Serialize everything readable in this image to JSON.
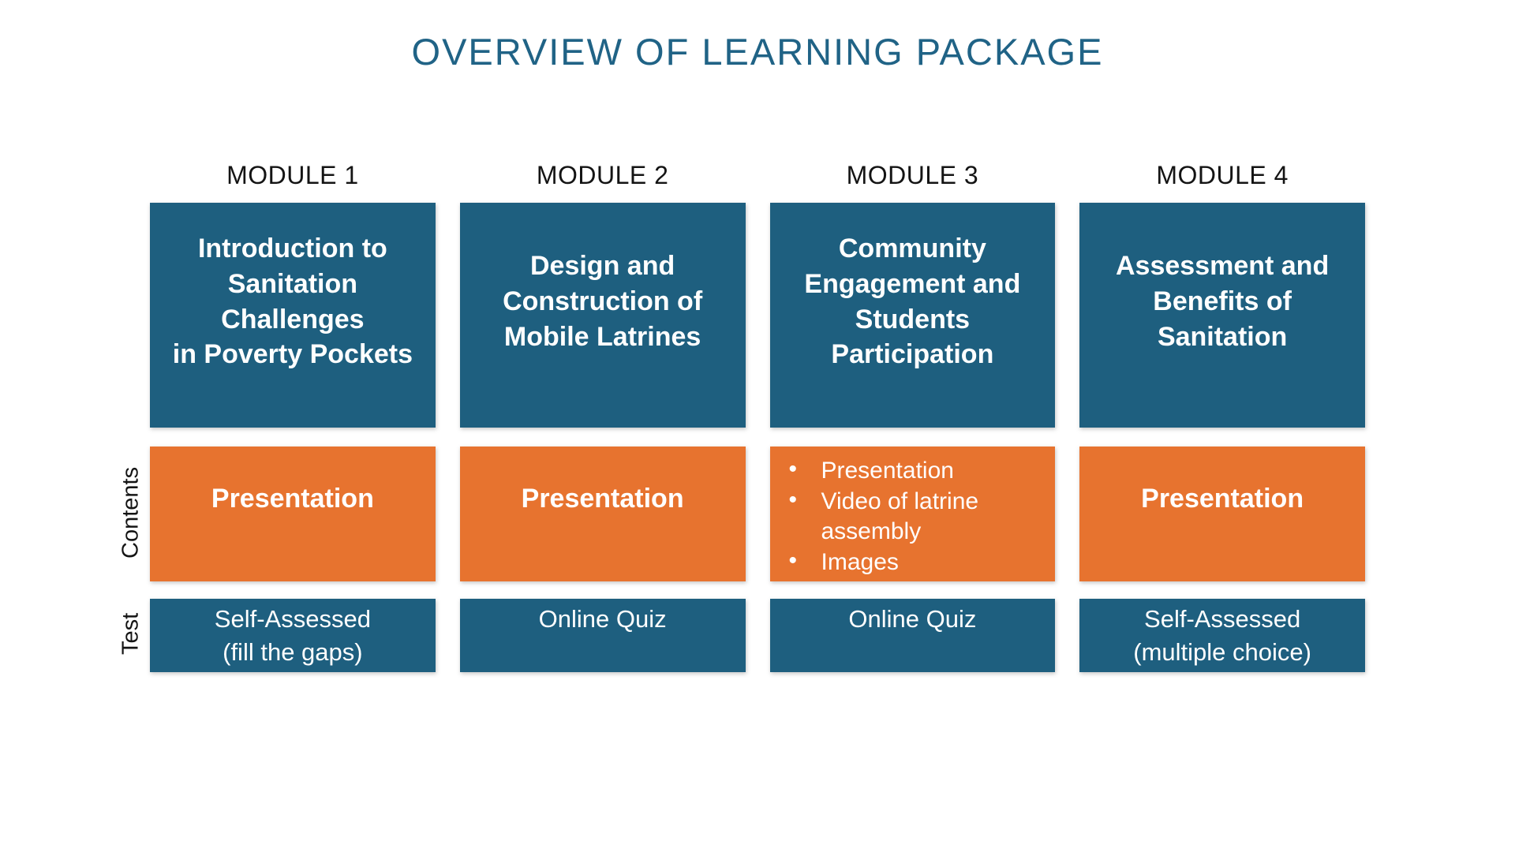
{
  "title": "OVERVIEW OF LEARNING PACKAGE",
  "row_labels": {
    "contents": "Contents",
    "test": "Test"
  },
  "colors": {
    "teal": "#1E5F7F",
    "orange": "#E7732F",
    "title_blue": "#206386",
    "header_text": "#141414",
    "box_text": "#FFFFFF",
    "background": "#FFFFFF"
  },
  "bullet_glyph": "•",
  "modules": [
    {
      "header": "MODULE 1",
      "title": "Introduction to\nSanitation\nChallenges\nin Poverty Pockets",
      "contents_label": "Presentation",
      "test": "Self-Assessed\n(fill the gaps)"
    },
    {
      "header": "MODULE 2",
      "title": "Design and\nConstruction of\nMobile Latrines",
      "contents_label": "Presentation",
      "test": "Online Quiz"
    },
    {
      "header": "MODULE 3",
      "title": "Community\nEngagement and\nStudents\nParticipation",
      "contents_items": [
        "Presentation",
        "Video of latrine\nassembly",
        "Images"
      ],
      "test": "Online Quiz"
    },
    {
      "header": "MODULE 4",
      "title": "Assessment and\nBenefits of\nSanitation",
      "contents_label": "Presentation",
      "test": "Self-Assessed\n(multiple choice)"
    }
  ]
}
